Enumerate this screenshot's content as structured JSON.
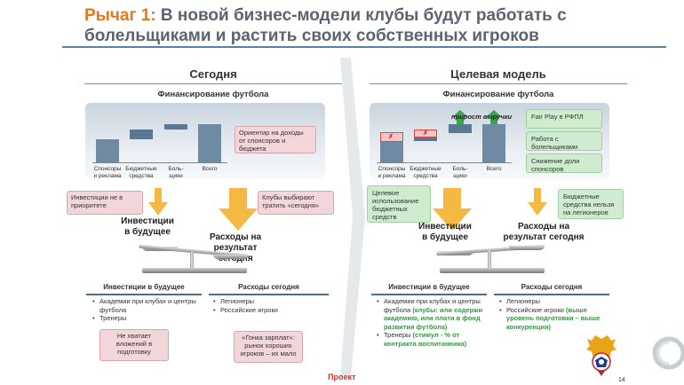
{
  "title": {
    "lead": "Рычаг 1:",
    "line1": " В новой бизнес-модели клубы будут работать с",
    "line2": "болельщиками и растить своих собственных игроков"
  },
  "colors": {
    "accent": "#e8761a",
    "rule": "#5f7f9a",
    "green": "#3aa54b",
    "arrow": "#f4b942"
  },
  "left": {
    "heading": "Сегодня",
    "chart_title": "Финансирование футбола",
    "chart_labels": [
      "Спонсоры\nи реклама",
      "Бюджетные\nсредства",
      "Боль-\nщики",
      "Всего"
    ],
    "callout": "Ориентир на доходы от спонсоров и бюджета",
    "invest_note": "Инвестиции не в приоритете",
    "clubs_note": "Клубы выбирают тратить «сегодня»",
    "invest_future": "Инвестиции\nв будущее",
    "spend_today": "Расходы на\nрезультат сегодня",
    "col1_head": "Инвестиции в будущее",
    "col1_items": [
      "Академии при клубах и центры футбола",
      "Тренеры"
    ],
    "col1_note": "Не хватает вложений в подготовку",
    "col2_head": "Расходы сегодня",
    "col2_items": [
      "Легионеры",
      "Российские игроки"
    ],
    "col2_note": "«Гонка зарплат»: рынок хороших игроков – их мало"
  },
  "right": {
    "heading": "Целевая модель",
    "chart_title": "Финансирование футбола",
    "chart_labels": [
      "Спонсоры\nи реклама",
      "Бюджетные\nсредства",
      "Боль-\nщики",
      "Всего"
    ],
    "growth_label": "прирост выручки",
    "side_items": [
      "Fair Play в РФПЛ",
      "Работа с болельщиками",
      "Снижение доли спонсоров"
    ],
    "left_note": "Целевое использование бюджетных средств",
    "right_note": "Бюджетные средства нельзя на легионеров",
    "invest_future": "Инвестиции\nв будущее",
    "spend_today": "Расходы на\nрезультат сегодня",
    "col1_head": "Инвестиции в будущее",
    "col1_item1_a": "Академии при клубах и центры футбола ",
    "col1_item1_b": "(клубы: или содержи академию, или плати в фонд развития футбола)",
    "col1_item2_a": "Тренеры ",
    "col1_item2_b": "(стимул - % от контракта воспитанника)",
    "col2_head": "Расходы сегодня",
    "col2_item1": "Легионеры",
    "col2_item2_a": "Российские игроки ",
    "col2_item2_b": "(выше уровень подготовки – выше конкуренция)"
  },
  "footer": {
    "project": "Проект",
    "page": "14"
  }
}
